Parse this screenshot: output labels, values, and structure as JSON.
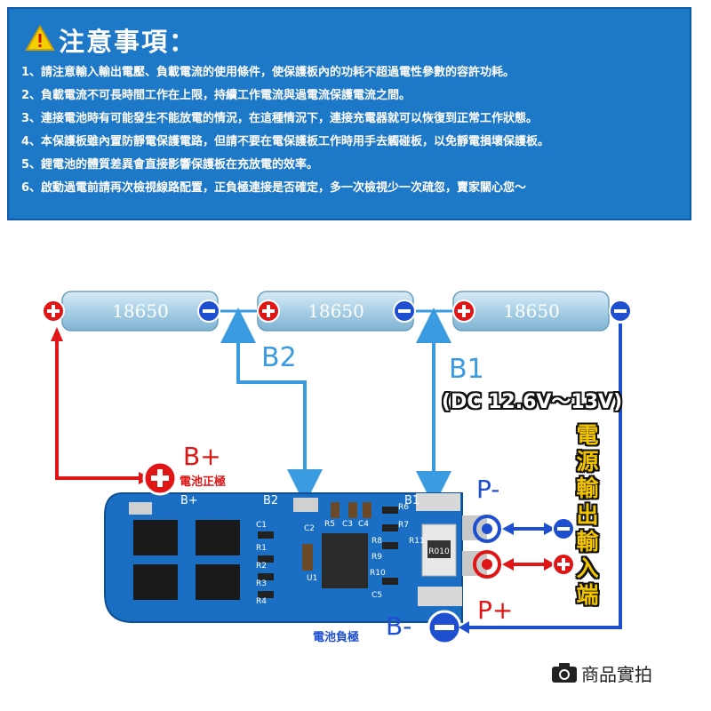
{
  "notice": {
    "title": "注意事項：",
    "items": [
      "1、請注意輸入輸出電壓、負載電流的使用條件，使保護板內的功耗不超過電性參數的容許功耗。",
      "2、負載電流不可長時間工作在上限，持續工作電流與過電流保護電流之間。",
      "3、連接電池時有可能發生不能放電的情況，在這種情況下，連接充電器就可以恢復到正常工作狀態。",
      "4、本保護板雖內置防靜電保護電路，但請不要在電保護板工作時用手去觸碰板，以免靜電損壞保護板。",
      "5、鋰電池的體質差異會直接影響保護板在充放電的效率。",
      "6、啟動過電前請再次檢視線路配置，正負極連接是否確定，多一次檢視少一次疏忽，賣家關心您～"
    ]
  },
  "cells": [
    {
      "label": "18650"
    },
    {
      "label": "18650"
    },
    {
      "label": "18650"
    }
  ],
  "labels": {
    "b2": "B2",
    "b1": "B1",
    "dc": "(DC 12.6V～13V)",
    "bplus": "B+",
    "bplus_sub": "電池正極",
    "pminus": "P-",
    "pplus": "P+",
    "bminus": "B-",
    "bminus_sub": "電池負極",
    "power": "電源輸出輸入端"
  },
  "pcb": {
    "bplus": "B+",
    "b2": "B2",
    "b1": "B1",
    "pminus": "P-",
    "pplus": "P+",
    "c1": "C1",
    "c2": "C2",
    "u1": "U1",
    "r1": "R1",
    "r2": "R2",
    "r3": "R3",
    "r4": "R4",
    "r5": "R5",
    "c3": "C3",
    "c4": "C4",
    "r6": "R6",
    "r7": "R7",
    "r8": "R8",
    "r9": "R9",
    "r10": "R10",
    "r11": "R11",
    "c5": "C5",
    "shunt": "R010"
  },
  "photo_tag": "商品實拍",
  "colors": {
    "notice_bg": "#1e78c8",
    "pcb": "#1a6fc4",
    "positive": "#e01515",
    "negative": "#1e4fd0",
    "wire": "#3b9be0",
    "cell": "#a9cfe6"
  }
}
